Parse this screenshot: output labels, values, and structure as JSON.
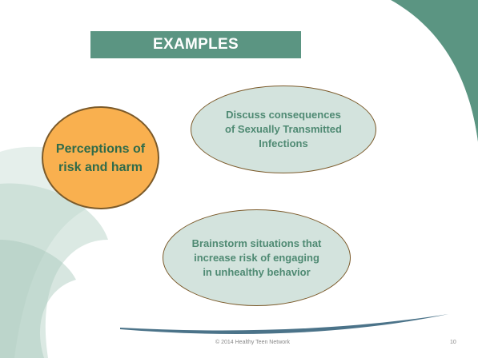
{
  "slide": {
    "title": "EXAMPLES",
    "main_concept": "Perceptions of risk and harm",
    "examples": [
      "Discuss consequences of Sexually Transmitted Infections",
      "Brainstorm situations that increase risk of engaging in unhealthy behavior"
    ],
    "footer_text": "© 2014 Healthy Teen Network",
    "page_number": "10"
  },
  "colors": {
    "title_bar": "#5b9582",
    "main_bubble": "#f9b04f",
    "oval_fill": "#d3e3dd",
    "accent_text": "#4f8a73",
    "corner": "#5b9582"
  }
}
